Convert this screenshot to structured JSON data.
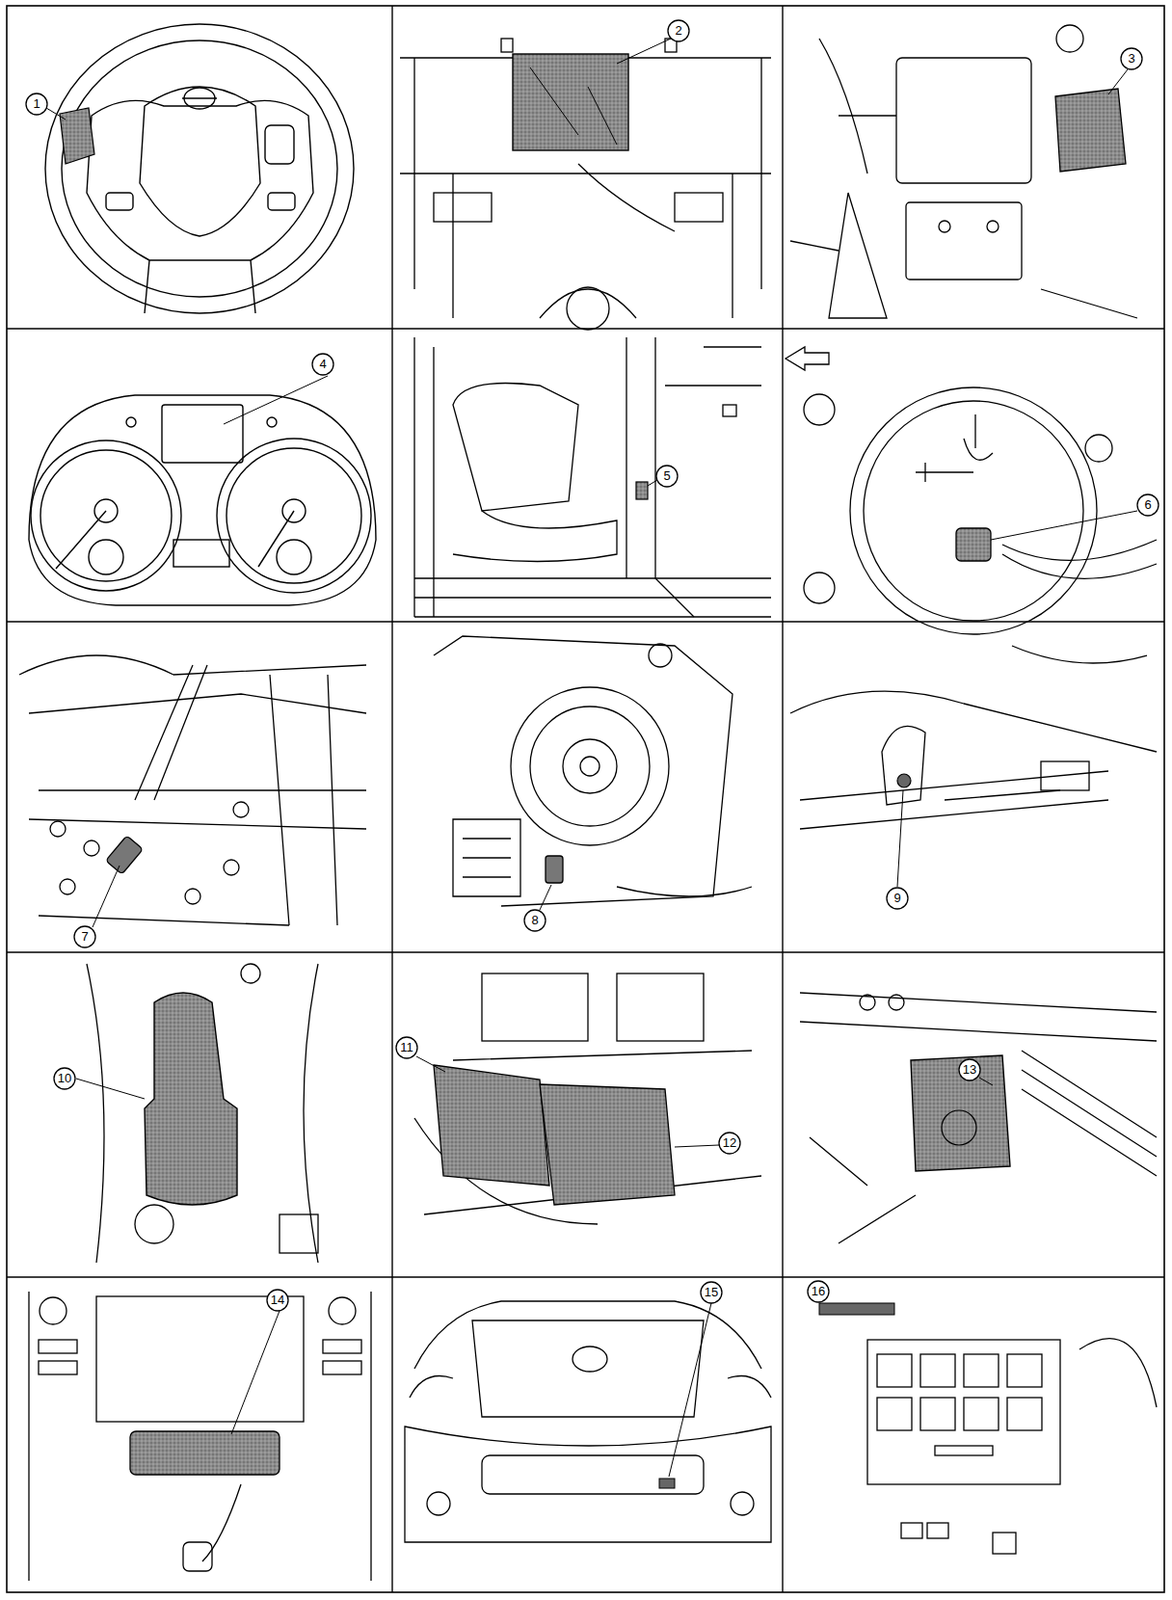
{
  "diagram": {
    "labels": [
      "1",
      "2",
      "3",
      "4",
      "5",
      "6",
      "7",
      "8",
      "9",
      "10",
      "11",
      "12",
      "13",
      "14",
      "15",
      "16"
    ]
  }
}
